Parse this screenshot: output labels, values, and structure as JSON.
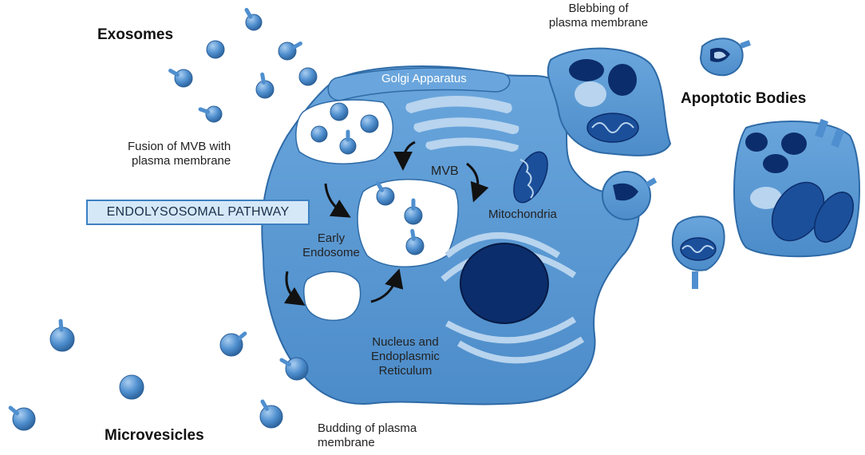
{
  "labels": {
    "exosomes": "Exosomes",
    "microvesicles": "Microvesicles",
    "apoptotic_bodies": "Apoptotic Bodies",
    "blebbing_line1": "Blebbing of",
    "blebbing_line2": "plasma membrane",
    "golgi": "Golgi Apparatus",
    "fusion_line1": "Fusion of MVB with",
    "fusion_line2": "plasma membrane",
    "pathway": "ENDOLYSOSOMAL PATHWAY",
    "mvb": "MVB",
    "mitochondria": "Mitochondria",
    "early_line1": "Early",
    "early_line2": "Endosome",
    "nucleus_line1": "Nucleus and",
    "nucleus_line2": "Endoplasmic",
    "nucleus_line3": "Reticulum",
    "budding_line1": "Budding of plasma",
    "budding_line2": "membrane"
  },
  "colors": {
    "cell": "#5b9bd5",
    "cell_edge": "#2e6aa6",
    "organelle_light": "#b8d4ee",
    "nucleus": "#0c2d6b",
    "vesicle": "#4f8fcf",
    "white": "#ffffff"
  }
}
